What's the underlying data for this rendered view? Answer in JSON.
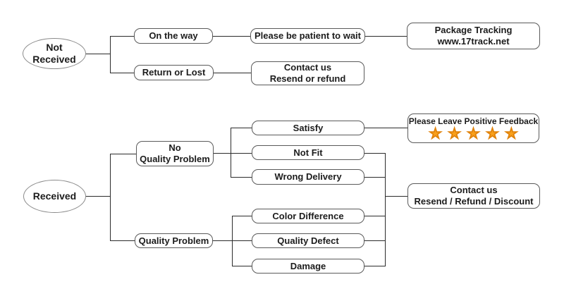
{
  "diagram": {
    "not_received": {
      "line1": "Not",
      "line2": "Received"
    },
    "received": {
      "label": "Received"
    },
    "on_the_way": {
      "label": "On the way"
    },
    "return_or_lost": {
      "label": "Return or Lost"
    },
    "please_be_patient": {
      "label": "Please be patient to wait"
    },
    "package_tracking": {
      "line1": "Package Tracking",
      "line2": "www.17track.net"
    },
    "contact_resend_refund": {
      "line1": "Contact us",
      "line2": "Resend or refund"
    },
    "no_quality_problem": {
      "line1": "No",
      "line2": "Quality Problem"
    },
    "quality_problem": {
      "label": "Quality Problem"
    },
    "satisfy": {
      "label": "Satisfy"
    },
    "not_fit": {
      "label": "Not Fit"
    },
    "wrong_delivery": {
      "label": "Wrong Delivery"
    },
    "color_difference": {
      "label": "Color Difference"
    },
    "quality_defect": {
      "label": "Quality Defect"
    },
    "damage": {
      "label": "Damage"
    },
    "positive_feedback": {
      "label": "Please Leave Positive Feedback",
      "star_count": 5,
      "star_glyph": "★"
    },
    "contact_resend_refund_discount": {
      "line1": "Contact us",
      "line2": "Resend / Refund / Discount"
    }
  },
  "colors": {
    "star_fill": "#F9A01B",
    "star_outline": "#E0820A",
    "line": "#2b2b2b",
    "background": "#ffffff"
  }
}
